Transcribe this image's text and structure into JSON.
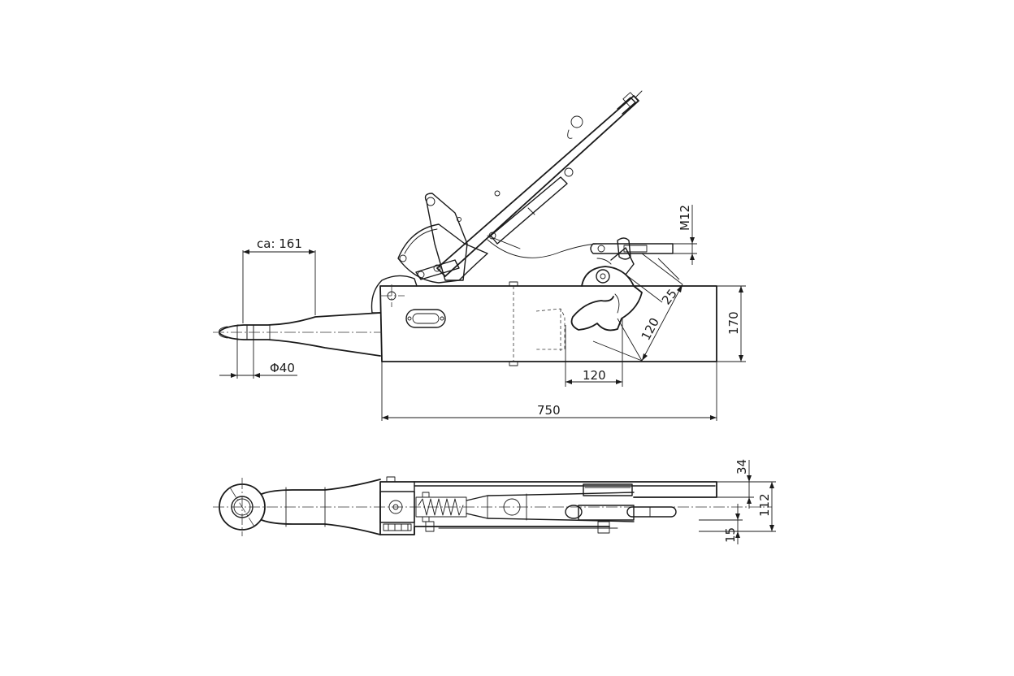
{
  "dimensions": {
    "ca161": "ca: 161",
    "d40": "Φ40",
    "m12": "M12",
    "d25": "25",
    "d120_diag": "120",
    "d120_horiz": "120",
    "d170": "170",
    "d750": "750",
    "d34": "34",
    "d112": "112",
    "d15": "15"
  },
  "colors": {
    "line": "#1a1a1a",
    "background": "#ffffff"
  }
}
